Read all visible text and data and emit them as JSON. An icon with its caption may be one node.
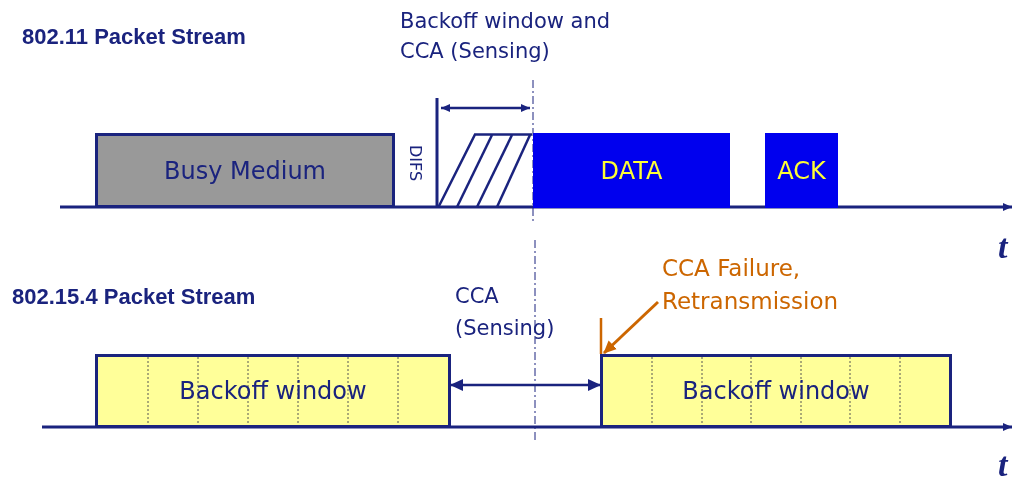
{
  "diagram": {
    "nodes": [
      {
        "text": [
          "Busy Medium"
        ]
      },
      {
        "text": [],
        "shape": "box"
      },
      {
        "text": [
          "DATA"
        ]
      },
      {
        "text": [
          "ACK"
        ]
      },
      {
        "text": [
          "CCA Failure, Retransmission"
        ]
      },
      {
        "text": [
          "Backoff window"
        ]
      },
      {
        "text": [
          "Backoff window"
        ]
      }
    ],
    "edges": [
      {
        "from": 4,
        "to": 6,
        "arrow": "to",
        "color": "#cc6600"
      },
      {
        "from": 5,
        "to": 6,
        "arrow": "both",
        "color": "#1a237e"
      }
    ],
    "labels": [
      "802.11 Packet Stream",
      "Backoff window and CCA (Sensing)",
      "DIFS",
      "t",
      "802.15.4 Packet Stream",
      "CCA (Sensing)",
      "t"
    ]
  }
}
